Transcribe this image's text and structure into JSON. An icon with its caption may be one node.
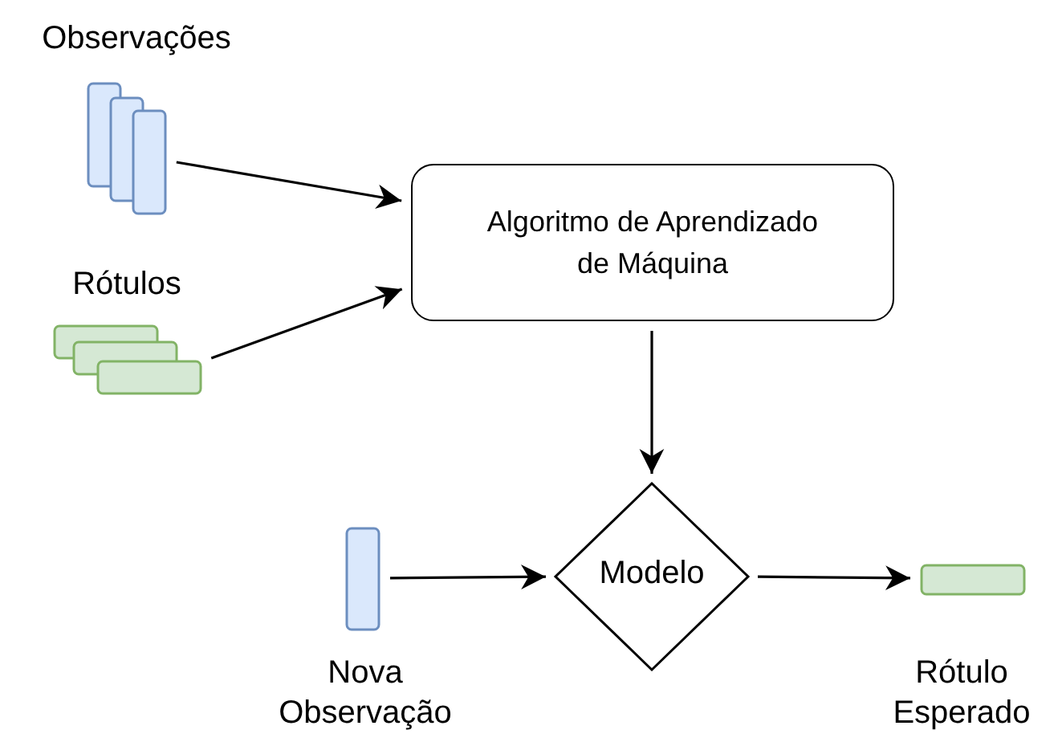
{
  "diagram": {
    "nodes": [
      {
        "text": [
          "Observações"
        ]
      },
      {
        "text": [
          "Rótulos"
        ]
      },
      {
        "text": [
          "Algoritmo de Aprendizado de Máquina"
        ]
      },
      {
        "text": [
          "Nova Observação"
        ]
      },
      {
        "text": [
          "Modelo"
        ]
      },
      {
        "text": [
          "Rótulo Esperado"
        ]
      }
    ],
    "edges": [
      {
        "from": 0,
        "to": 2,
        "arrow": "to"
      },
      {
        "from": 1,
        "to": 2,
        "arrow": "to"
      },
      {
        "from": 2,
        "to": 4,
        "arrow": "to"
      },
      {
        "from": 3,
        "to": 4,
        "arrow": "to"
      },
      {
        "from": 4,
        "to": 5,
        "arrow": "to"
      }
    ]
  }
}
